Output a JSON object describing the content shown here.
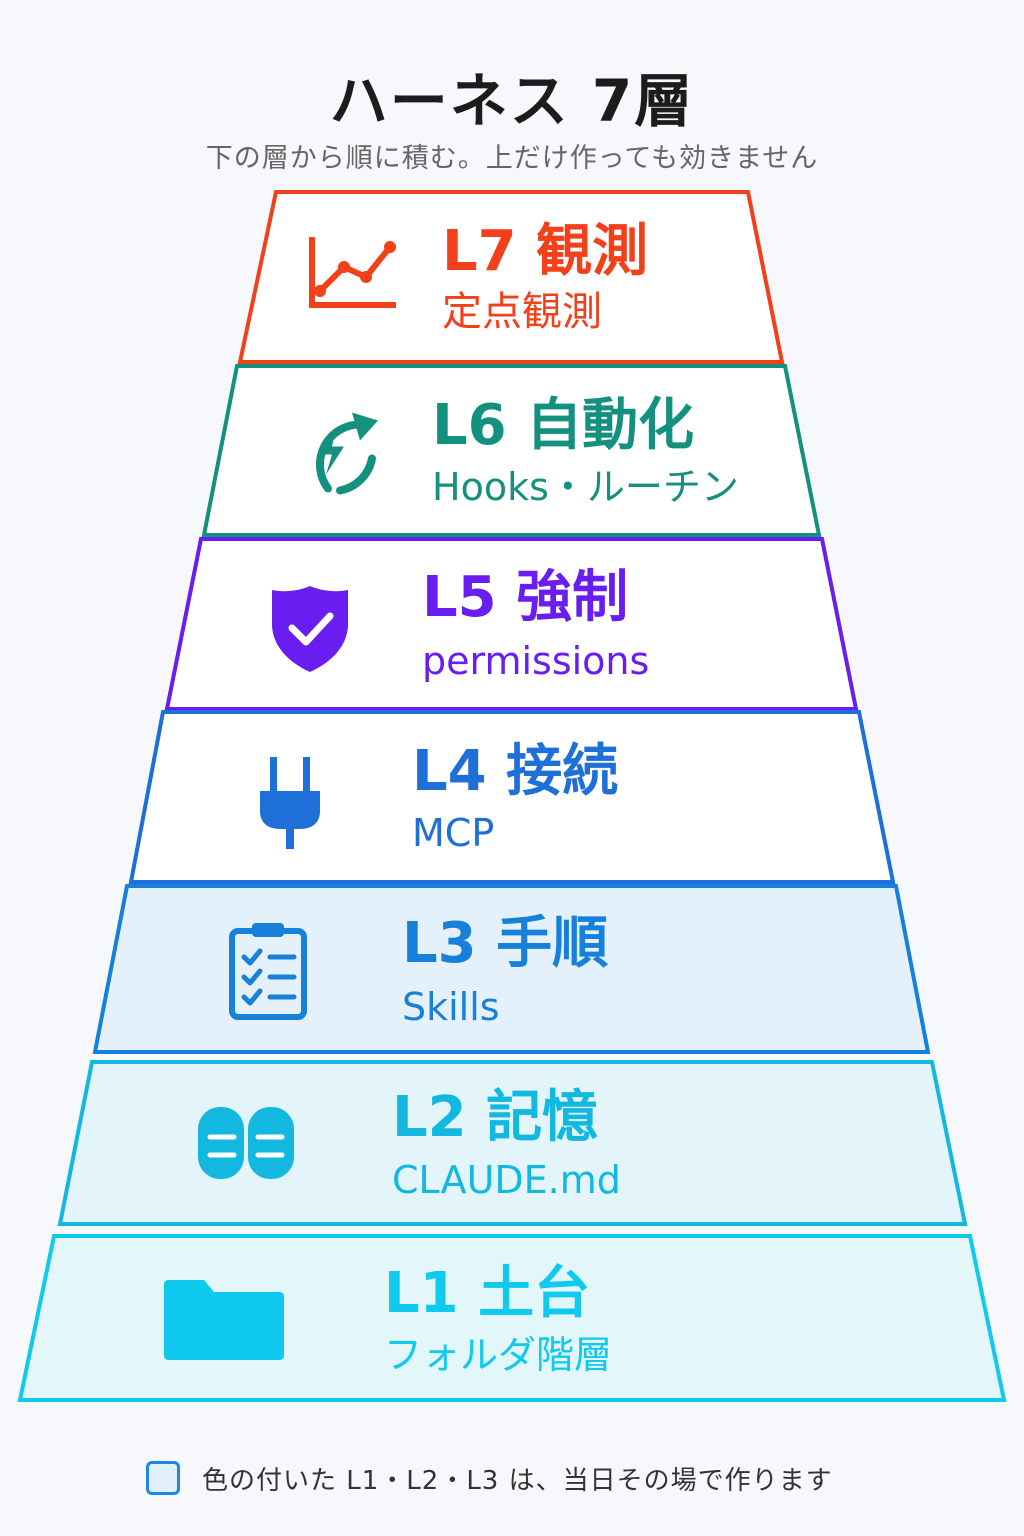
{
  "title": "ハーネス 7層",
  "subtitle": "下の層から順に積む。上だけ作っても効きません",
  "layers": [
    {
      "level": "L7",
      "name": "観測",
      "label": "L7 観測",
      "desc": "定点観測",
      "icon": "trend-chart-icon",
      "color": "#f2401b",
      "fill": "#ffffff"
    },
    {
      "level": "L6",
      "name": "自動化",
      "label": "L6 自動化",
      "desc": "Hooks・ルーチン",
      "icon": "auto-refresh-bolt-icon",
      "color": "#14907f",
      "fill": "#ffffff"
    },
    {
      "level": "L5",
      "name": "強制",
      "label": "L5 強制",
      "desc": "permissions",
      "icon": "shield-check-icon",
      "color": "#6a1df0",
      "fill": "#ffffff"
    },
    {
      "level": "L4",
      "name": "接続",
      "label": "L4 接続",
      "desc": "MCP",
      "icon": "plug-icon",
      "color": "#1f6fd8",
      "fill": "#ffffff"
    },
    {
      "level": "L3",
      "name": "手順",
      "label": "L3 手順",
      "desc": "Skills",
      "icon": "clipboard-checklist-icon",
      "color": "#1680db",
      "fill": "#e4f1fa"
    },
    {
      "level": "L2",
      "name": "記憶",
      "label": "L2 記憶",
      "desc": "CLAUDE.md",
      "icon": "brain-icon",
      "color": "#12b8e0",
      "fill": "#e3f5fa"
    },
    {
      "level": "L1",
      "name": "土台",
      "label": "L1 土台",
      "desc": "フォルダ階層",
      "icon": "folder-icon",
      "color": "#10c9ef",
      "fill": "#e3f7fb"
    }
  ],
  "legend": {
    "text": "色の付いた L1・L2・L3 は、当日その場で作ります",
    "swatch_color": "#1f86e6"
  }
}
